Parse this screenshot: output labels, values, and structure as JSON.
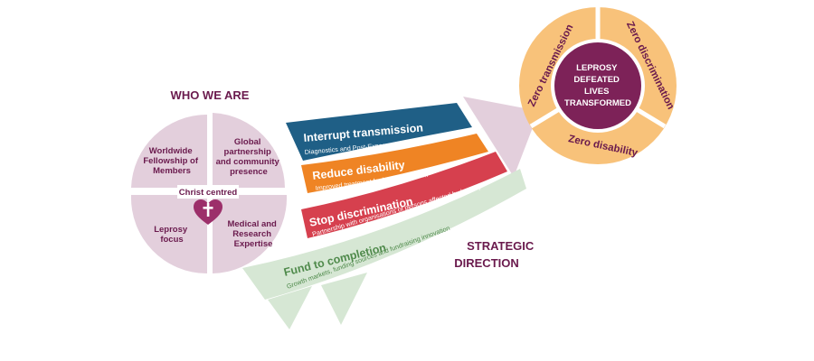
{
  "who_we_are": {
    "title": "WHO WE ARE",
    "quadrants": [
      {
        "lines": [
          "Worldwide",
          "Fellowship of",
          "Members"
        ]
      },
      {
        "lines": [
          "Global",
          "partnership",
          "and community",
          "presence"
        ]
      },
      {
        "lines": [
          "Leprosy",
          "focus"
        ]
      },
      {
        "lines": [
          "Medical and",
          "Research",
          "Expertise"
        ]
      }
    ],
    "center_label": "Christ centred",
    "colors": {
      "quadrant": "#e3cfdc",
      "text": "#6a1a4d",
      "heart": "#9c2f6a"
    }
  },
  "strategic_direction": {
    "title_lines": [
      "STRATEGIC",
      "DIRECTION"
    ],
    "bands": [
      {
        "title": "Interrupt transmission",
        "subtitle": "Diagnostics and Post-Exposure Prophylaxis",
        "color": "#1f5f86"
      },
      {
        "title": "Reduce disability",
        "subtitle": "Improved treatment for leprosy reaction",
        "color": "#ef8424"
      },
      {
        "title": "Stop discrimination",
        "subtitle": "Partnership with organisations of persons affected by leprosy",
        "color": "#d6404e"
      },
      {
        "title": "Fund to completion",
        "subtitle": "Growth markets, funding sources and fundraising innovation",
        "color": "#d6e7d4",
        "text_color": "#4f8a4b"
      }
    ],
    "arrowhead_color": "#e3cfdc"
  },
  "goal": {
    "center_lines": [
      "LEPROSY",
      "DEFEATED",
      "LIVES",
      "TRANSFORMED"
    ],
    "ring": [
      "Zero transmission",
      "Zero discrimination",
      "Zero disability"
    ],
    "colors": {
      "ring": "#f8c27a",
      "center": "#7d2258"
    }
  },
  "icons": [
    "heart-cross-icon"
  ]
}
